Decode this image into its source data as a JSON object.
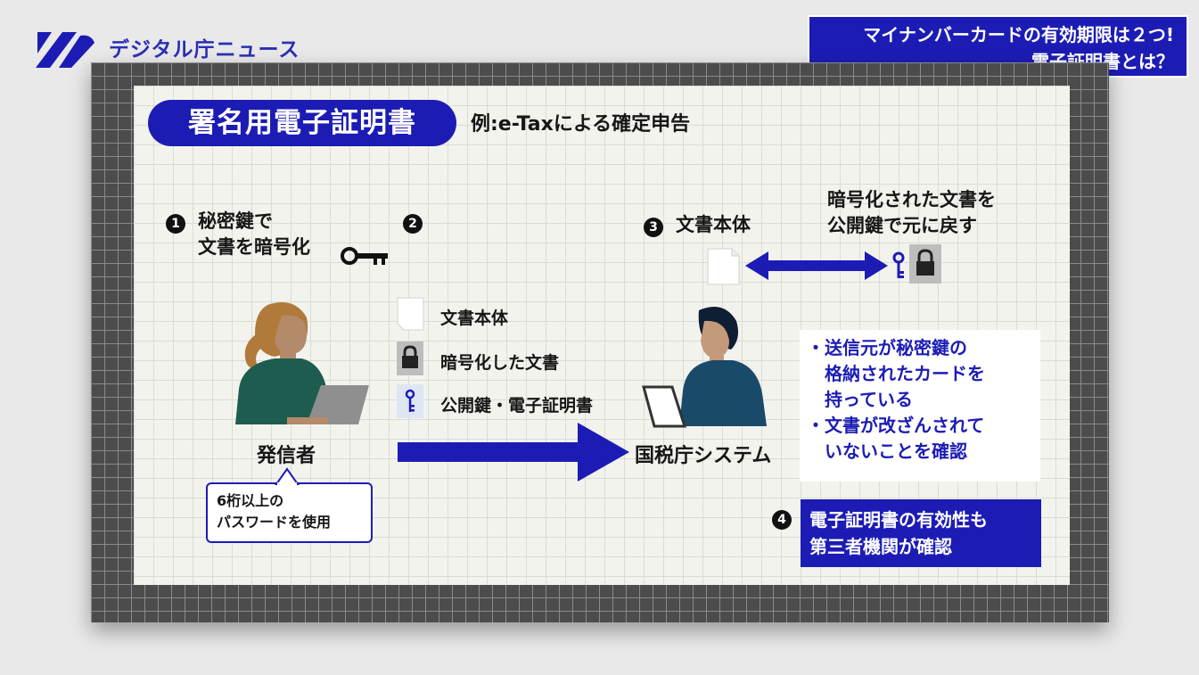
{
  "header": {
    "brand": "デジタル庁ニュース",
    "topic_line1": "マイナンバーカードの有効期限は２つ!",
    "topic_line2": "電子証明書とは？"
  },
  "slide": {
    "title": "署名用電子証明書",
    "subtitle": "例:e-Taxによる確定申告",
    "step1": {
      "num": "1",
      "line1": "秘密鍵で",
      "line2": "文書を暗号化"
    },
    "step2": {
      "num": "2"
    },
    "step3": {
      "num": "3",
      "label": "文書本体"
    },
    "decrypt": {
      "line1": "暗号化された文書を",
      "line2": "公開鍵で元に戻す"
    },
    "legend": {
      "document": "文書本体",
      "encrypted": "暗号化した文書",
      "public_key": "公開鍵・電子証明書"
    },
    "sender": "発信者",
    "receiver": "国税庁システム",
    "password_note": {
      "line1": "6桁以上の",
      "line2": "パスワードを使用"
    },
    "checks": {
      "bullet": "・",
      "item1": {
        "line1": "送信元が秘密鍵の",
        "line2": "格納されたカードを",
        "line3": "持っている"
      },
      "item2": {
        "line1": "文書が改ざんされて",
        "line2": "いないことを確認"
      }
    },
    "step4": {
      "num": "4",
      "line1": "電子証明書の有効性も",
      "line2": "第三者機関が確認"
    }
  },
  "colors": {
    "accent": "#1c1cb5",
    "board": "#f3f3ee",
    "sender_hair": "#b07a3a",
    "figure_body": "#1f5c50",
    "receiver_body": "#1a4a6a"
  },
  "icons": [
    "logo-mark",
    "key-icon",
    "document-icon",
    "lock-icon",
    "public-key-icon",
    "laptop-icon",
    "arrow-icon"
  ]
}
